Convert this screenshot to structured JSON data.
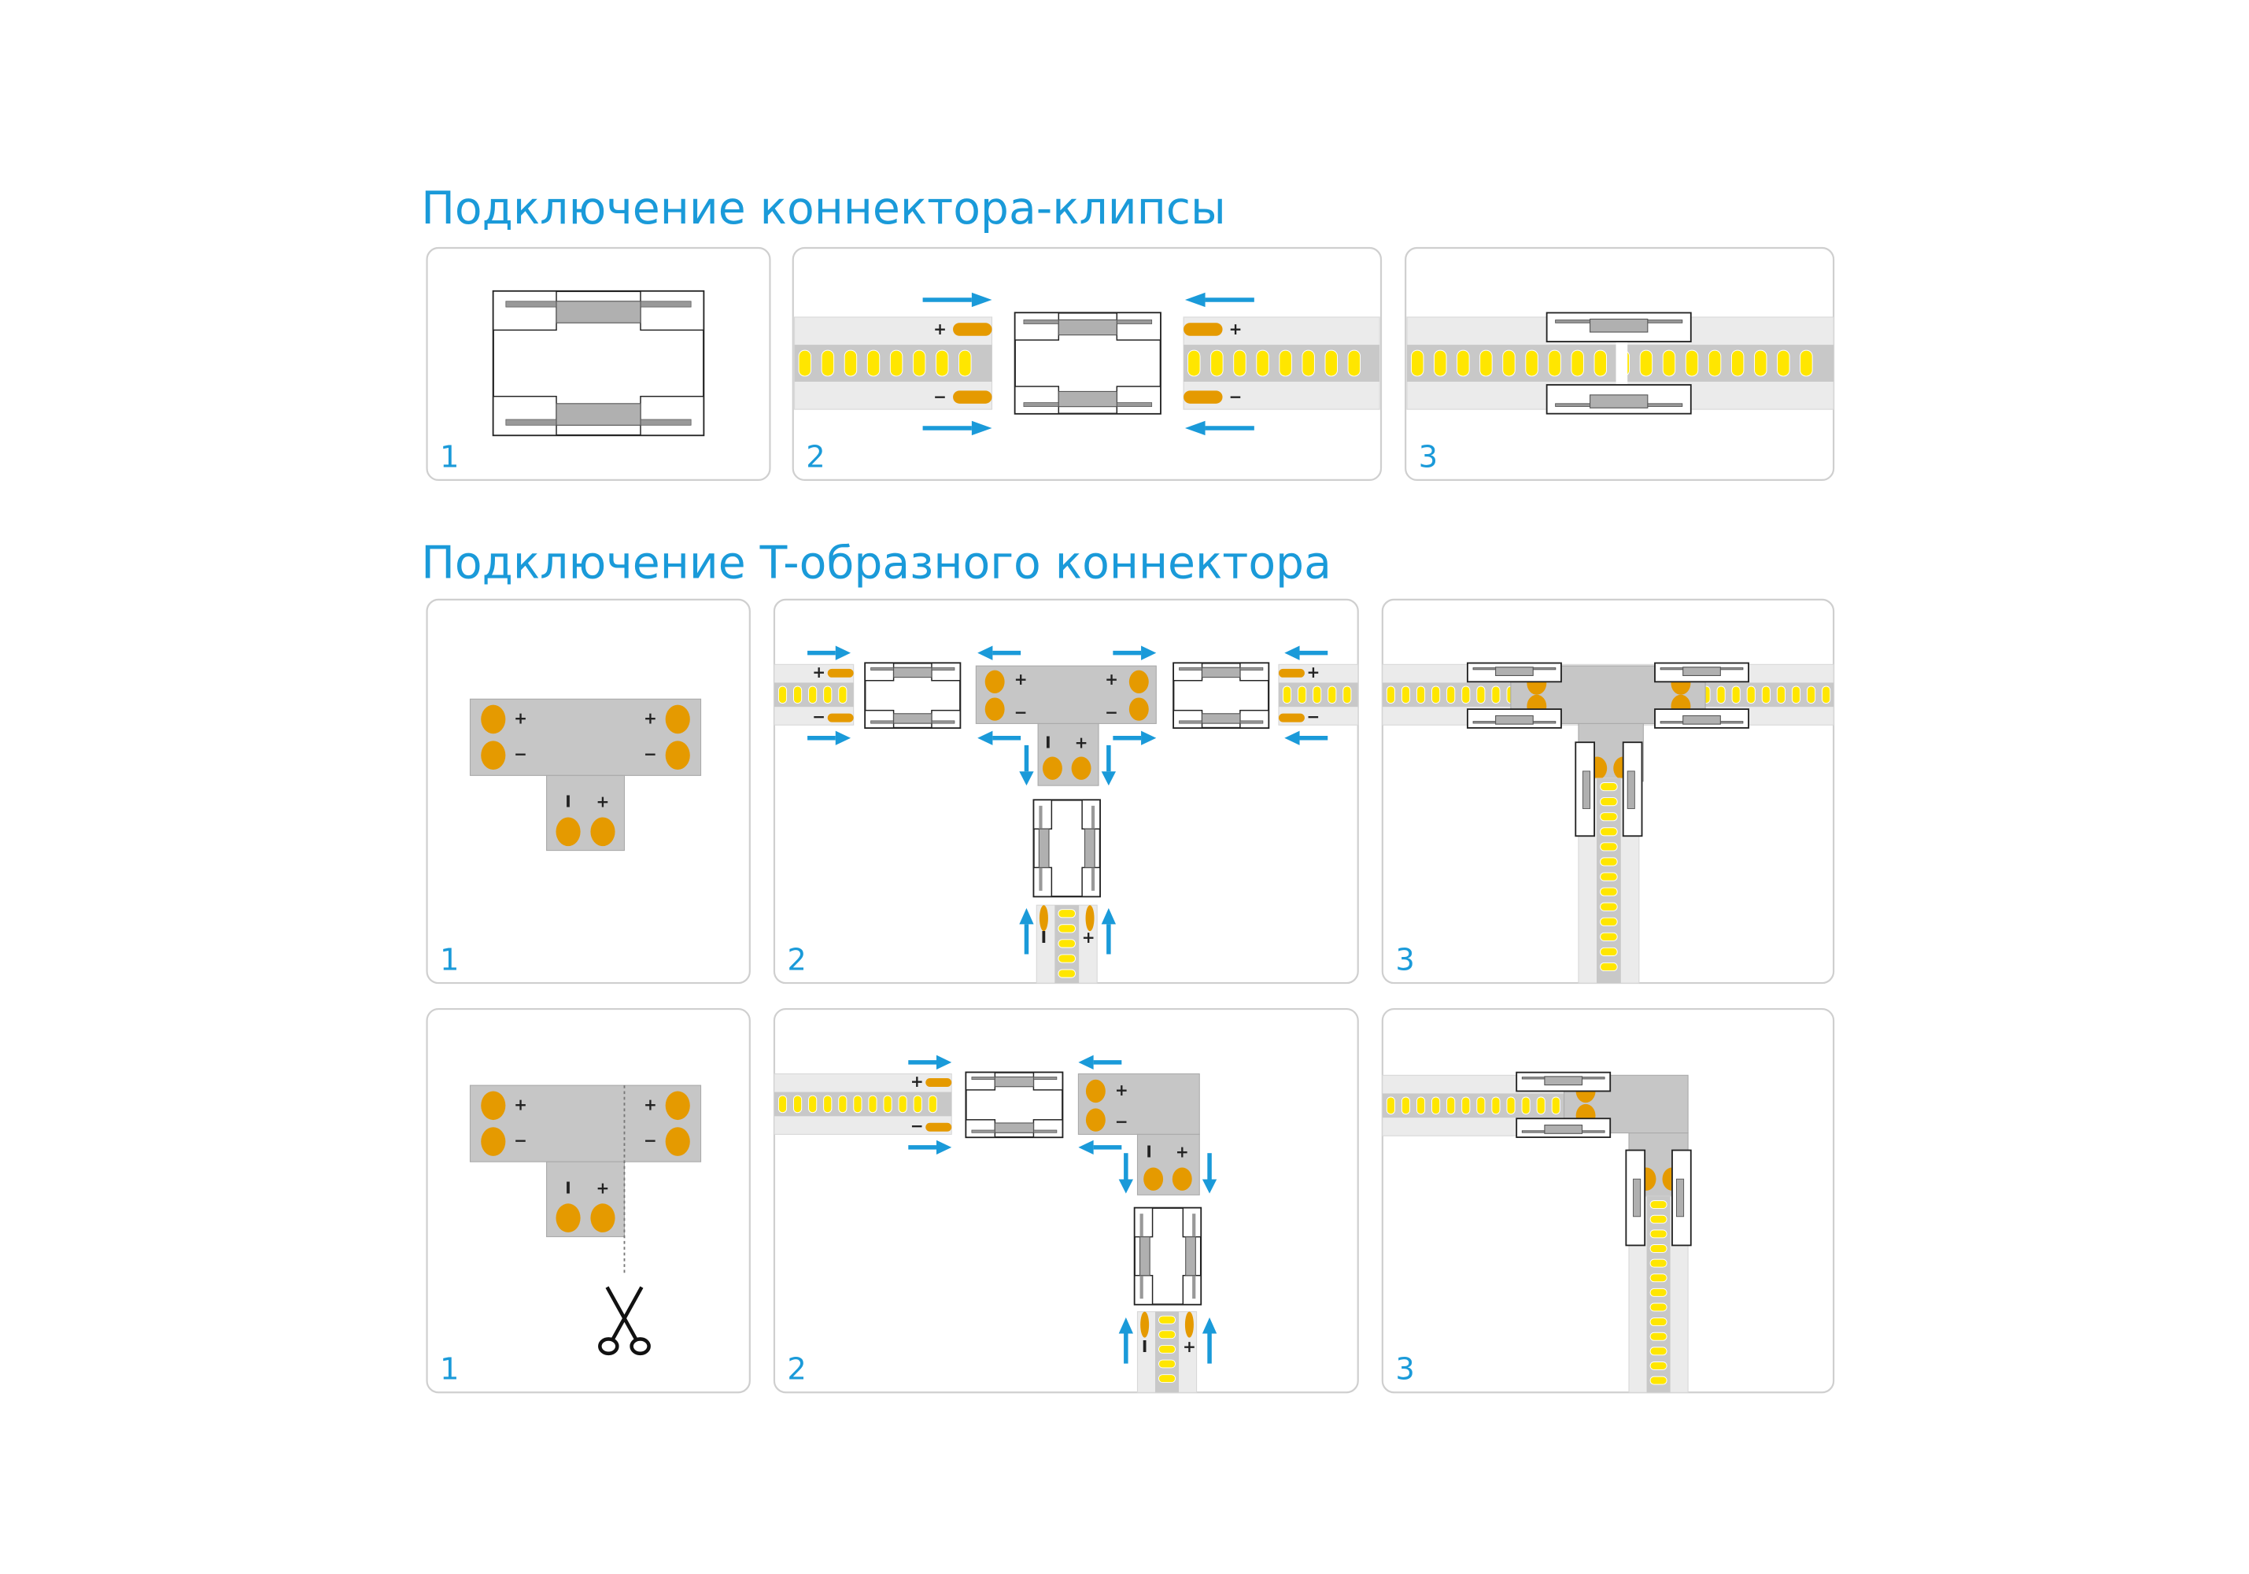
{
  "sections": [
    {
      "title": "Подключение коннектора-клипсы",
      "steps": [
        "1",
        "2",
        "3"
      ]
    },
    {
      "title": "Подключение T-образного коннектора",
      "steps": [
        "1",
        "2",
        "3"
      ]
    },
    {
      "title_hidden": "",
      "steps": [
        "1",
        "2",
        "3"
      ]
    }
  ],
  "labels": {
    "plus": "+",
    "minus": "−",
    "minus_vertical": "I"
  },
  "colors": {
    "accent": "#1a9ad9",
    "pad": "#e59a00",
    "led": "#ffe600",
    "strip": "#ebebeb",
    "strip_core": "#c8c8c8",
    "panel_border": "#cfcfcf",
    "tpiece": "#c6c6c6"
  },
  "icons": [
    "arrow-icon",
    "scissors-icon"
  ]
}
